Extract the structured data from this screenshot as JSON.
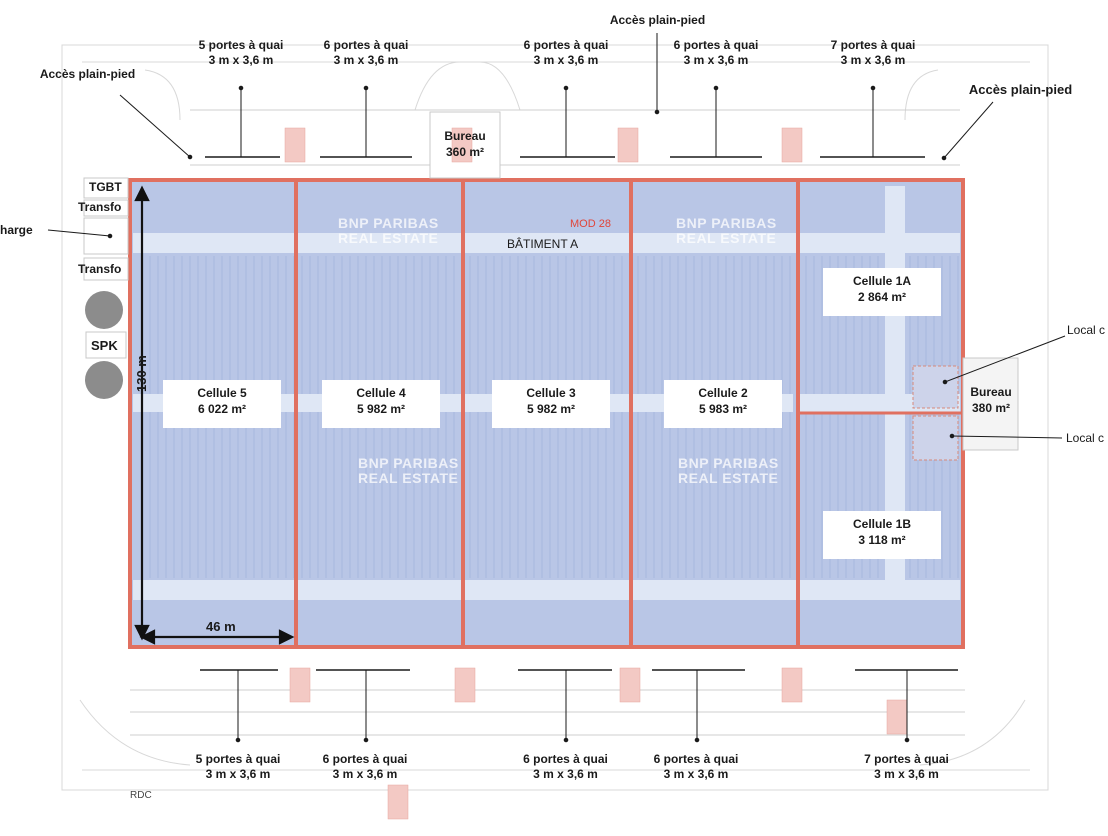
{
  "building": {
    "name": "BÂTIMENT A",
    "mod": "MOD 28",
    "level": "RDC",
    "dim_height": "130 m",
    "dim_width": "46 m",
    "watermark": [
      "BNP PARIBAS",
      "REAL ESTATE"
    ]
  },
  "access": {
    "top": "Accès plain-pied",
    "left": "Accès plain-pied",
    "right": "Accès plain-pied"
  },
  "docks_top": [
    {
      "count": "5 portes à quai",
      "size": "3 m x 3,6 m"
    },
    {
      "count": "6 portes à quai",
      "size": "3 m x 3,6 m"
    },
    {
      "count": "6 portes à quai",
      "size": "3 m x 3,6 m"
    },
    {
      "count": "6 portes à quai",
      "size": "3 m x 3,6 m"
    },
    {
      "count": "7 portes à quai",
      "size": "3 m x 3,6 m"
    }
  ],
  "docks_bottom": [
    {
      "count": "5 portes à quai",
      "size": "3 m x 3,6 m"
    },
    {
      "count": "6 portes à quai",
      "size": "3 m x 3,6 m"
    },
    {
      "count": "6 portes à quai",
      "size": "3 m x 3,6 m"
    },
    {
      "count": "6 portes à quai",
      "size": "3 m x 3,6 m"
    },
    {
      "count": "7 portes à quai",
      "size": "3 m x 3,6 m"
    }
  ],
  "offices": [
    {
      "name": "Bureau",
      "area": "360 m²"
    },
    {
      "name": "Bureau",
      "area": "380 m²"
    }
  ],
  "cells": [
    {
      "name": "Cellule 5",
      "area": "6 022 m²"
    },
    {
      "name": "Cellule 4",
      "area": "5 982 m²"
    },
    {
      "name": "Cellule 3",
      "area": "5 982 m²"
    },
    {
      "name": "Cellule 2",
      "area": "5 983 m²"
    },
    {
      "name": "Cellule 1A",
      "area": "2 864 m²"
    },
    {
      "name": "Cellule 1B",
      "area": "3 118 m²"
    }
  ],
  "technical": {
    "tgbt": "TGBT",
    "transfo_1": "Transfo",
    "transfo_2": "Transfo",
    "charge": "harge",
    "spk": "SPK",
    "local_1": "Local c",
    "local_2": "Local c"
  },
  "colors": {
    "wall": "#e07060",
    "floor": "#b9c6e6",
    "aisle": "#dfe7f5",
    "dock_mark": "#f3c9c4",
    "line": "#1a1a1a",
    "tank": "#8c8c8c"
  }
}
